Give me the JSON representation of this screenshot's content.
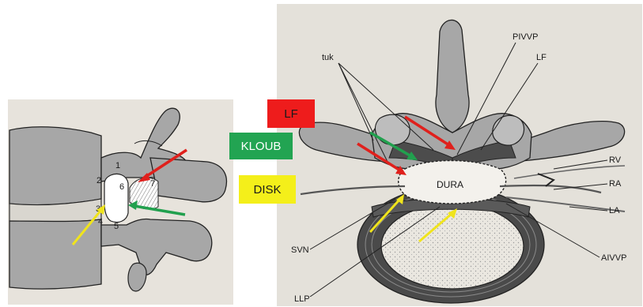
{
  "badges": {
    "lf": {
      "text": "LF",
      "color": "#ee1c1c"
    },
    "kloub": {
      "text": "KLOUB",
      "color": "#22a452"
    },
    "disk": {
      "text": "DISK",
      "color": "#f4ef1a"
    }
  },
  "left_figure": {
    "numbers": [
      "1",
      "2",
      "3",
      "4",
      "5",
      "6",
      "7"
    ]
  },
  "right_figure": {
    "labels": {
      "tuk": "tuk",
      "pivvp": "PIVVP",
      "lf": "LF",
      "dura": "DURA",
      "rv": "RV",
      "ra": "RA",
      "la": "LA",
      "svn": "SVN",
      "aivvp": "AIVVP",
      "llp": "LLP"
    }
  },
  "colors": {
    "bone": "#a7a7a7",
    "bone_outline": "#222222",
    "dark_ligament": "#4c4c4c",
    "paper_left": "#e7e3dc",
    "paper_right": "#e4e1da",
    "arrow_red": "#e0201c",
    "arrow_green": "#21a04e",
    "arrow_yellow": "#f0e41c"
  }
}
